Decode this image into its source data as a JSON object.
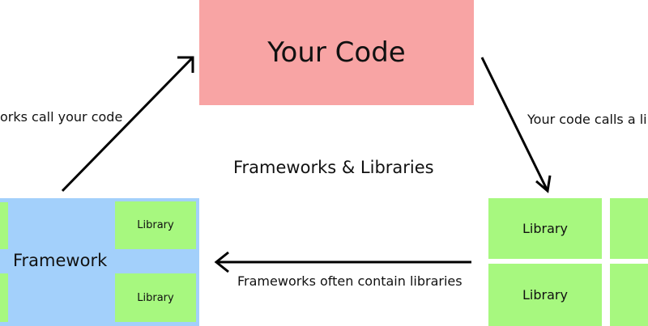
{
  "colors": {
    "your_code_fill": "#f8a4a4",
    "framework_fill": "#a3d0fb",
    "library_fill": "#a7f87f",
    "arrow_stroke": "#000000"
  },
  "your_code": {
    "label": "Your Code"
  },
  "framework": {
    "label": "Framework"
  },
  "center_title": "Frameworks & Libraries",
  "captions": {
    "frameworks_call": "orks call your code",
    "code_calls": "Your code calls a li",
    "contain": "Frameworks often contain libraries"
  },
  "framework_libraries": [
    {
      "label": "Library"
    },
    {
      "label": "Library"
    }
  ],
  "library_grid": [
    {
      "label": "Library"
    },
    {
      "label": "Library"
    }
  ]
}
